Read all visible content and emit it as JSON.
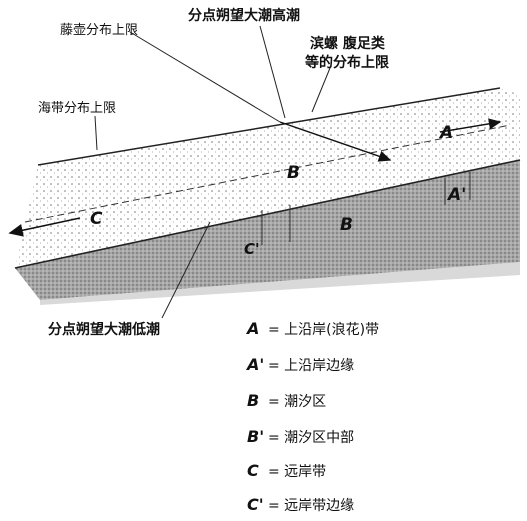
{
  "labels": {
    "highest_spring_tide": "分点朔望大潮高潮",
    "algae_upper_limit": "藤壶分布上限",
    "snail_upper_limit_line1": "滨螺 腹足类",
    "snail_upper_limit_line2": "等的分布上限",
    "kelp_upper_limit": "海带分布上限",
    "lowest_spring_tide": "分点朔望大潮低潮"
  },
  "zones": {
    "A": "A",
    "A_prime": "A'",
    "B": "B",
    "B_prime": "B",
    "C": "C",
    "C_prime": "C'"
  },
  "legend": [
    {
      "key": "A",
      "text": "= 上沿岸(浪花)带"
    },
    {
      "key": "A'",
      "text": "= 上沿岸边缘"
    },
    {
      "key": "B",
      "text": "= 潮汐区"
    },
    {
      "key": "B'",
      "text": "= 潮汐区中部"
    },
    {
      "key": "C",
      "text": "= 远岸带"
    },
    {
      "key": "C'",
      "text": "= 远岸带边缘"
    }
  ]
}
